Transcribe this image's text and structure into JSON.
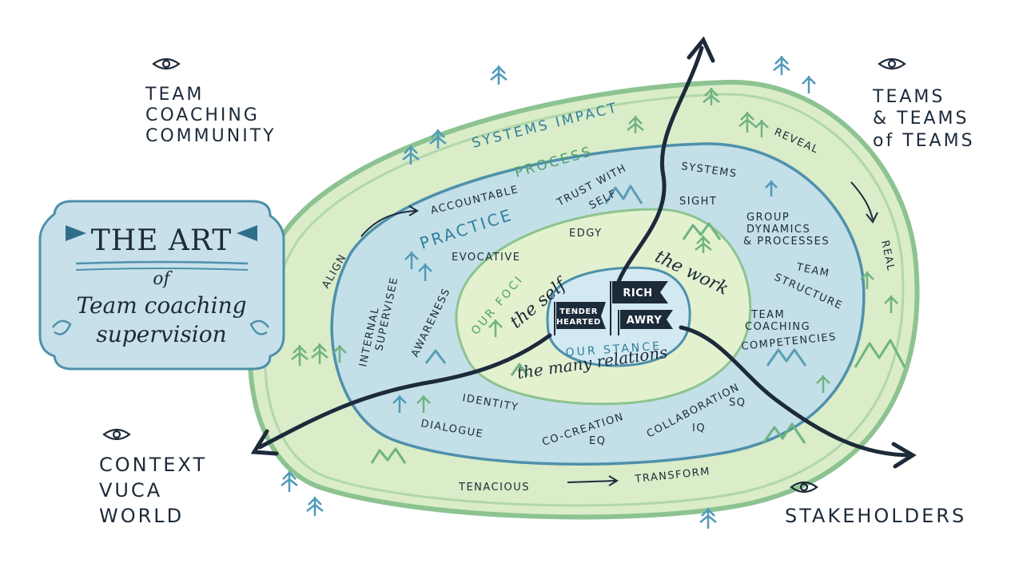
{
  "corners": {
    "top_left": [
      "TEAM",
      "COACHING",
      "COMMUNITY"
    ],
    "top_right": [
      "TEAMS",
      "& TEAMS",
      "of TEAMS"
    ],
    "bottom_left": [
      "CONTEXT",
      "VUCA",
      "WORLD"
    ],
    "bottom_right": "STAKEHOLDERS"
  },
  "title_plaque": {
    "line1": "THE ART",
    "line2": "of",
    "line3": "Team coaching",
    "line4": "supervision"
  },
  "outer_ring": {
    "heading": "SYSTEMS IMPACT",
    "label": "PROCESS",
    "align": "ALIGN",
    "accountable": "ACCOUNTABLE",
    "reveal": "REVEAL",
    "real": "REAL",
    "tenacious": "TENACIOUS",
    "transform": "TRANSFORM"
  },
  "practice_ring": {
    "label": "PRACTICE",
    "trust_line1": "TRUST WITH",
    "trust_line2": "SELF",
    "edgy": "EDGY",
    "evocative": "EVOCATIVE",
    "internal": "INTERNAL",
    "supervisee": "SUPERVISEE",
    "awareness": "AWARENESS",
    "systems": "SYSTEMS",
    "sight": "SIGHT",
    "group_line1": "GROUP",
    "group_line2": "DYNAMICS",
    "group_line3": "& PROCESSES",
    "team_structure_line1": "TEAM",
    "team_structure_line2": "STRUCTURE",
    "tcc_line1": "TEAM",
    "tcc_line2": "COACHING",
    "tcc_line3": "COMPETENCIES",
    "identity": "IDENTITY",
    "dialogue": "DIALOGUE",
    "cocreation": "CO-CREATION",
    "eq": "EQ",
    "collaboration": "COLLABORATION",
    "iq": "IQ",
    "sq": "SQ"
  },
  "foci_ring": {
    "label": "OUR FOCI",
    "the_self": "the self",
    "the_work": "the work",
    "the_many_relations": "the many relations"
  },
  "center": {
    "label": "OUR STANCE",
    "flag1_line1": "TENDER",
    "flag1_line2": "HEARTED",
    "flag2": "RICH",
    "flag3": "AWRY"
  },
  "colors": {
    "ink": "#1c2a3a",
    "teal": "#2f7f9c",
    "green": "#5aa86a",
    "outer_wash": "#d9ecc6",
    "practice_wash": "#c3dfe8",
    "foci_wash": "#e3f1cf",
    "stance_wash": "#d3e9f1"
  }
}
